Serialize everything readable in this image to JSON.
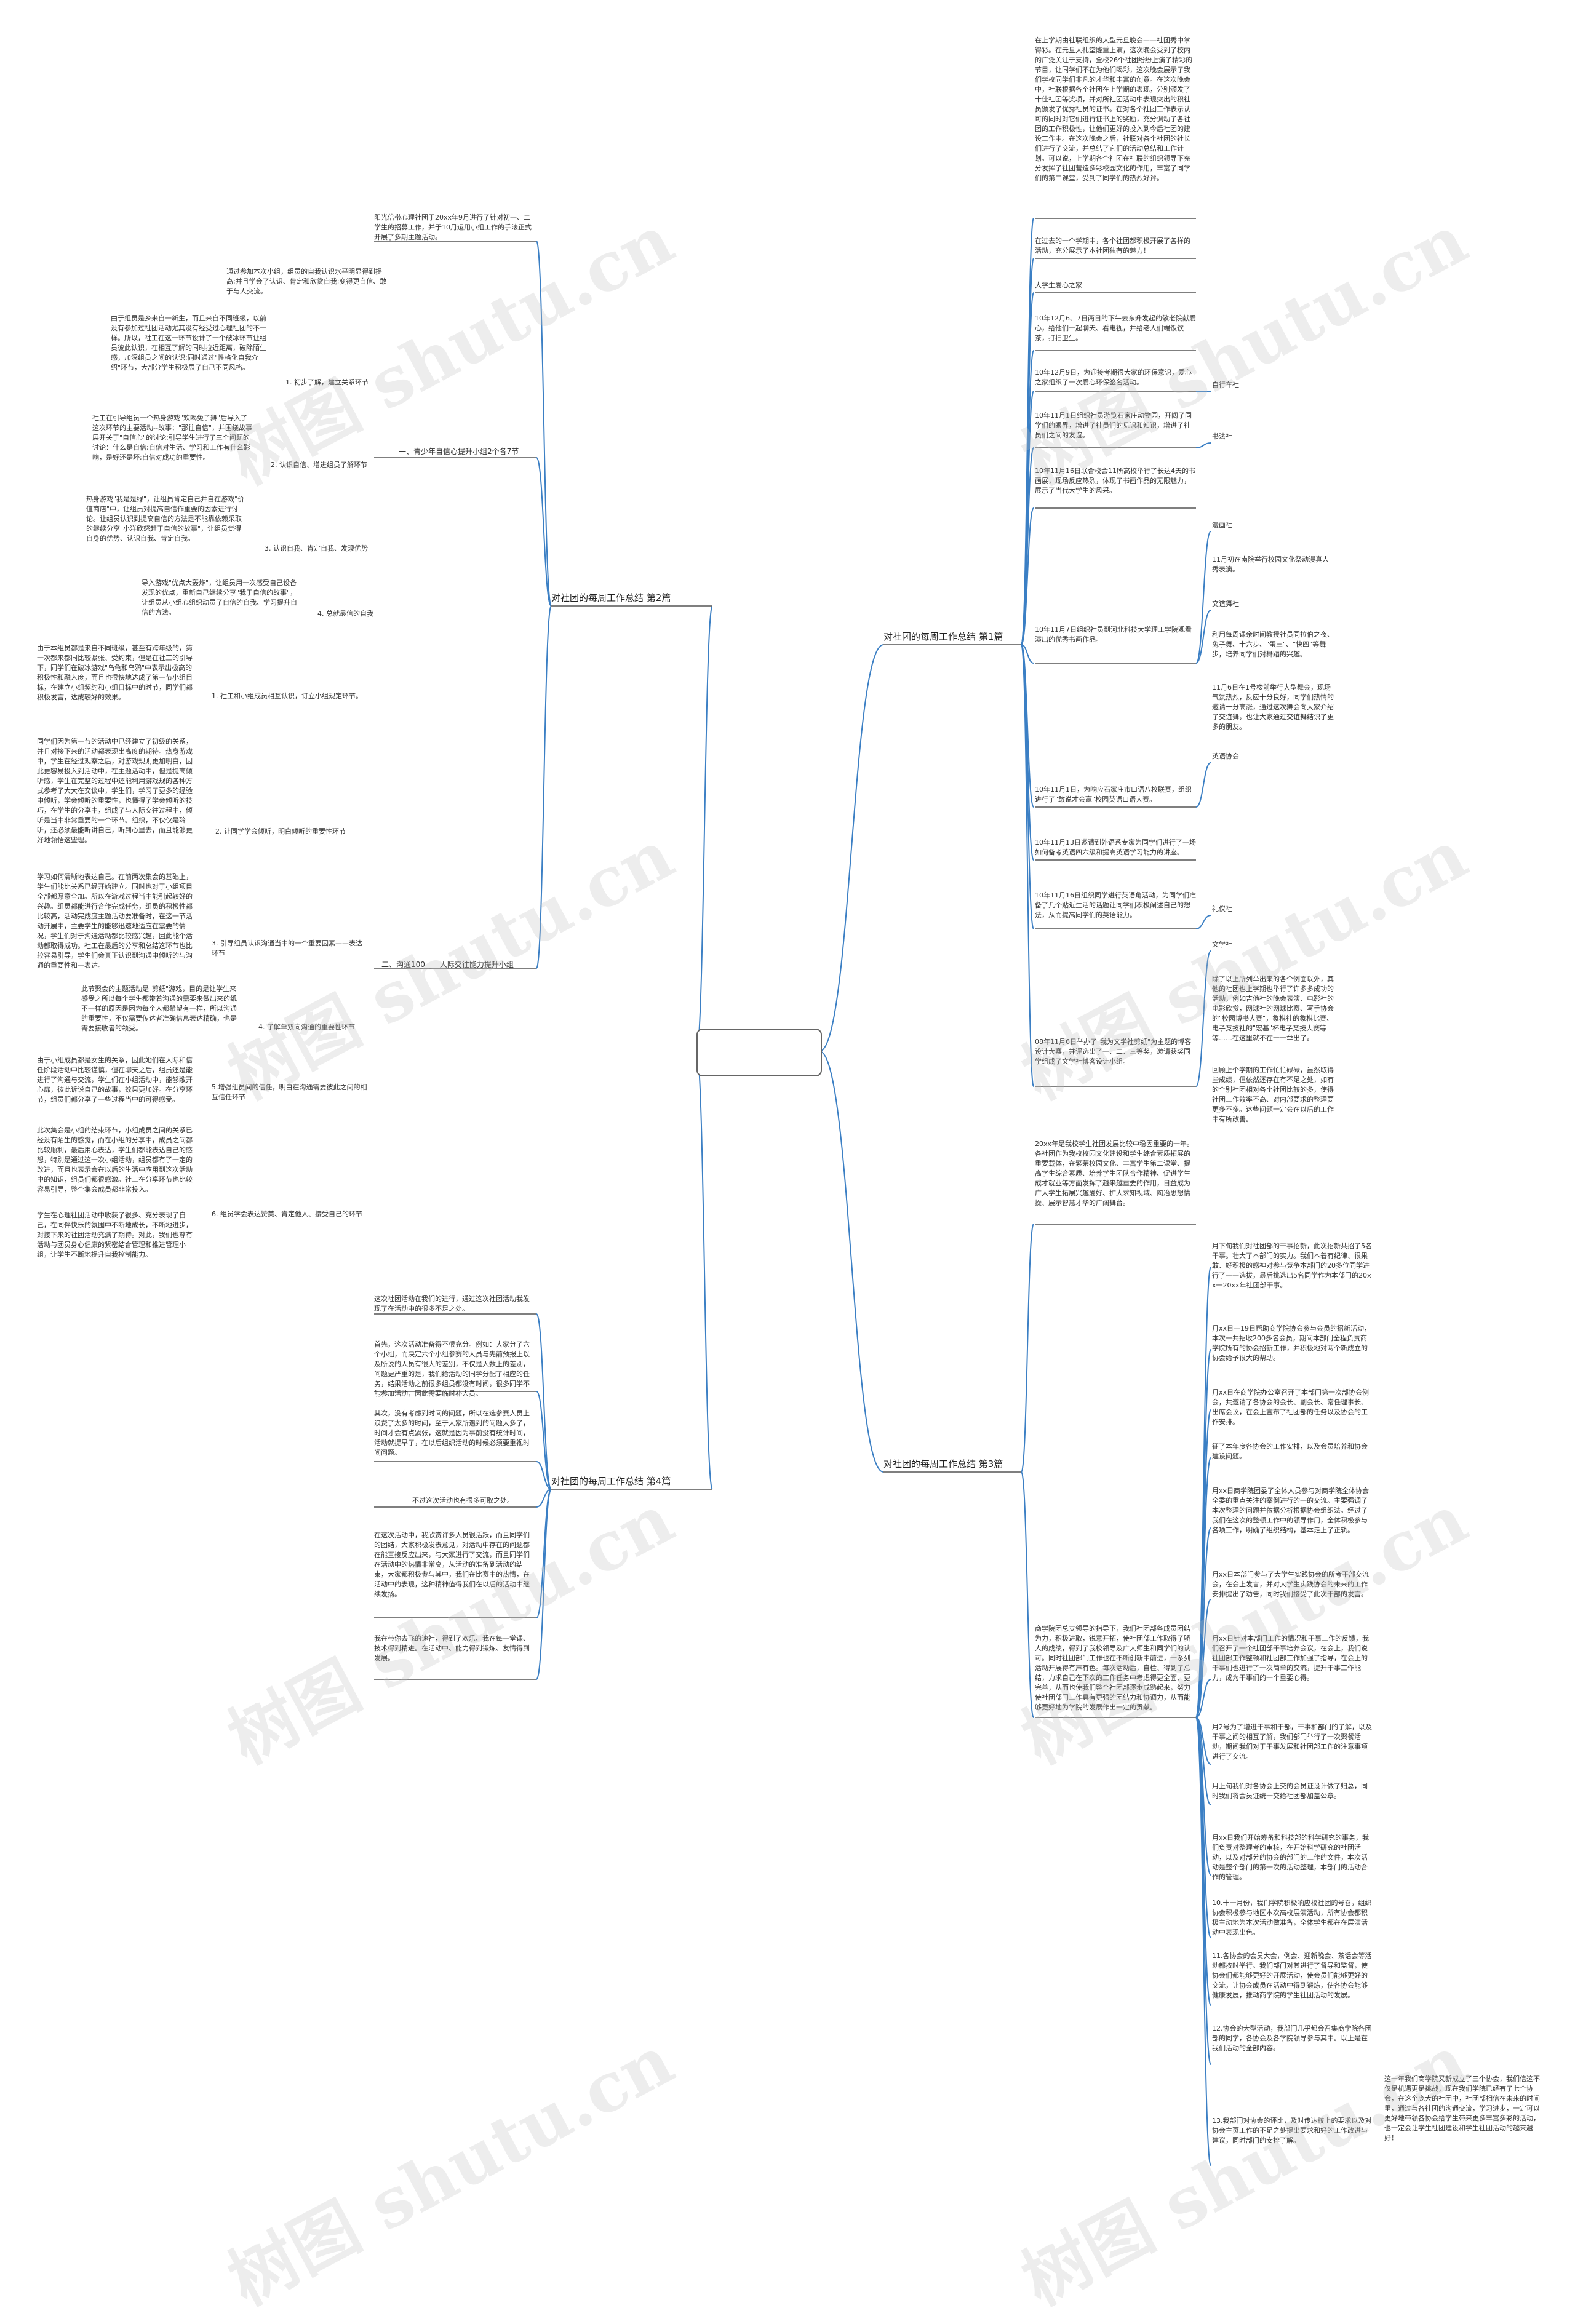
{
  "center": "",
  "branches": {
    "b1": "对社团的每周工作总结 第1篇",
    "b2": "对社团的每周工作总结 第2篇",
    "b3": "对社团的每周工作总结 第3篇",
    "b4": "对社团的每周工作总结 第4篇"
  },
  "p1": {
    "t1": "在上学期由社联组织的大型元旦晚会——社团秀中掌得彩。在元旦大礼堂隆重上演，这次晚会受到了校内的广泛关注于支持，全校26个社团纷纷上演了精彩的节目，让同学们不在为他们喝彩，这次晚会展示了我们学校同学们非凡的才华和丰富的创意。在这次晚会中，社联根据各个社团在上学期的表现，分别颁发了十佳社团等奖项，并对所社团活动中表现突出的积社员颁发了优秀社员的证书。在对各个社团工作表示认可的同时对它们进行证书上的奖励，充分调动了各社团的工作积极性，让他们更好的投入到今后社团的建设工作中。在这次晚会之后，社联对各个社团的社长们进行了交流，并总结了它们的活动总结和工作计划。可以说，上学期各个社团在社联的组织领导下充分发挥了社团营造多彩校园文化的作用，丰富了同学们的第二课堂，受到了同学们的热烈好评。",
    "t2": "在过去的一个学期中，各个社团都积极开展了各样的活动，充分展示了本社团独有的魅力！",
    "t3": "大学生爱心之家",
    "t4": "10年12月6、7日两日的下午去东升发起的敬老院献爱心，给他们一起聊天、看电视，并给老人们端饭饮茶，打扫卫生。",
    "t5": "10年12月9日，为迎接考期很大家的环保意识，爱心之家组织了一次爱心环保签名活动。",
    "t6": "自行车社",
    "t7": "10年11月1日组织社员游览石家庄动物园，开阔了同学们的眼界，增进了社员们的见识和知识，增进了社员们之间的友谊。",
    "t8": "书法社",
    "t9": "10年11月16日联合校会11所高校举行了长达4天的书画展，现场反应热烈，体现了书画作品的无限魅力，展示了当代大学生的风采。",
    "t10": "漫画社",
    "t11": "11月初在南院举行校园文化祭动漫真人秀表演。",
    "t12": "交谊舞社",
    "t13": "利用每周课余时间教授社员同拉伯之夜、兔子舞、十六步、\"蛋三\"、\"快四\"等舞步，培养同学们对舞蹈的兴趣。",
    "t14": "11月6日在1号楼前举行大型舞会，现场气氛热烈，反应十分良好，同学们热情的邀请十分高涨，通过这次舞会向大家介绍了交谊舞，也让大家通过交谊舞结识了更多的朋友。",
    "t15": "10年11月7日组织社员到河北科技大学理工学院观看演出的优秀书画作品。",
    "t16": "英语协会",
    "t17": "10年11月1日，为响应石家庄市口语八校联赛，组织进行了\"敢说才会赢\"校园英语口语大赛。",
    "t18": "10年11月13日邀请到外语系专家为同学们进行了一场如何备考英语四六级和提高英语学习能力的讲座。",
    "t19": "10年11月16日组织同学进行英语角活动，为同学们准备了几个贴近生活的话题让同学们积极阐述自己的想法，从而提高同学们的英语能力。",
    "t20": "礼仪社",
    "t21": "文学社",
    "t22": "08年11月6日举办了\"我为文学社剪纸\"为主题的博客设计大赛，并评选出了一、二、三等奖，邀请获奖同学组成了文学社博客设计小组。",
    "t23": "除了以上所列举出来的各个例面以外，其他的社团也上学期也举行了许多多成功的活动，例如吉他社的晚会表演、电影社的电影欣赏，网球社的网球比赛、写手协会的\"校园博书大赛\"，象棋社的象棋比赛、电子竞技社的\"宏基\"杯电子竞技大赛等等……在这里就不在一一举出了。",
    "t24": "回顾上个学期的工作忙忙碌碌，虽然取得些成绩，但依然还存在有不足之处，如有的个别社团相对各个社团比较的多，使得社团工作效率不高、对内部要求的整理要更多不多。这些问题一定会在以后的工作中有所改善。"
  },
  "p2": {
    "t1": "阳光倍带心理社团于20xx年9月进行了针对初一、二学生的招募工作，并于10月运用小组工作的手法正式开展了多期主题活动。",
    "t2": "一、青少年自信心提升小组2个各7节",
    "t3": "通过参加本次小组，组员的自我认识水平明显得到提高;并且学会了认识、肯定和欣赏自我;变得更自信、敢于与人交流。",
    "t4": "1. 初步了解，建立关系环节",
    "t5": "由于组员是乡来自一新生，而且来自不同班级，以前没有参加过社团活动尤其没有经受过心理社团的不一样。所以，社工在这一环节设计了一个破冰环节让组员彼此认识，在相互了解的同时拉近距离，破除陌生感，加深组员之间的认识;同时通过\"性格化自我介绍\"环节，大部分学生积极展了自己不同风格。",
    "t6": "2. 认识自信、增进组员了解环节",
    "t7": "社工在引导组员一个热身游戏\"欢喝兔子舞\"后导入了这次环节的主要活动--故事：\"那往自信\"，并围绕故事展开关于\"自信心\"的讨论;引导学生进行了三个问题的讨论：什么是自信;自信对生活、学习和工作有什么影响，是好还是坏;自信对成功的重要性。",
    "t8": "3. 认识自我、肯定自我、发现优势",
    "t9": "热身游戏\"我是是绿\"，让组员肯定自己并自在游戏\"价值商店\"中，让组员对提高自信作重要的因素进行讨论。让组员认识到提高自信的方法是不能靠依赖采取的继续分享\"小洋欣怒赶于自信的故事\"，让组员觉得自身的优势、认识自我、肯定自我。",
    "t10": "4. 总就最信的自我",
    "t11": "导入游戏\"优点大轰炸\"，让组员用一次感受自己设备发现的优点，重新自己继续分享\"我于自信的故事\"，让组员从小组心组织动员了自信的自我、学习提升自信的方法。",
    "t12": "由于本组员都是来自不同班级，甚至有跨年级的，第一次都来都同比较紧张、受约束，但是在社工的引导下，同学们在破冰游戏\"乌龟和乌鸦\"中表示出极高的积极性和融入度，而且也很快地达成了第一节小组目标，在建立小组契约和小组目标中的时节，同学们都积极发言，达成较好的效果。",
    "t13": "1. 社工和小组成员相互认识，订立小组规定环节。",
    "t14": "同学们因为第一节的活动中已经建立了初级的关系，并且对接下来的活动都表现出高度的期待。热身游戏中，学生在经过观察之后，对游戏规则更加明白，因此更容易投入到活动中，在主题活动中，但是提高倾听感，学生在完整的过程中还能利用游戏规的各种方式参考了大大在交谈中，学生们，学习了更多的经验中倾听，学会倾听的重要性，也懂得了学会倾听的技巧，在学生的分享中，组成了与人际交往过程中，倾听是当中非常重要的一个环节。组织，不仅仅是聆听，还必须最能听讲自己，听到心里去，而且能够更好地领悟这些理。",
    "t15": "2. 让同学学会倾听，明白倾听的重要性环节",
    "t16": "学习如何清晰地表达自己。在前两次集会的基础上，学生们能比关系已经开始建立。同时也对于小组项目全部都愿意全加。所以在游戏过程当中能引起较好的兴趣。组员都能进行合作完成任务，组员的积极性都比较高，活动完成度主题活动要准备时，在这一节活动开展中，主要学生的能够迅速地适应在需要的情况，学生们对于沟通活动都比较感兴趣，因此能个活动都取得成功。社工在最后的分享和总结这环节也比较容易引导，学生们会真正认识到沟通中倾听的与沟通的重要性和一表达。",
    "t17": "3. 引导组员认识沟通当中的一个重要因素——表达环节",
    "t18": "二、沟通100——人际交往能力提升小组",
    "t19": "此节聚会的主题活动是\"剪纸\"游戏，目的是让学生来感受之所以每个学生都带着沟通的需要来做出来的纸不一样的原因是因为每个人都希望有一样，所以沟通的重要性，不仅需要传达者准确信息表达精确，也是需要接收者的领受。",
    "t20": "4. 了解单双向沟通的重要性环节",
    "t21": "由于小组成员都是女生的关系，因此她们在人际和信任阶段活动中比较谨慎，但在聊天之后，组员还是能进行了沟通与交流，学生们在小组活动中，能够敞开心扉，彼此诉说自己的故事，效果更加好。在分享环节，组员们都分享了一些过程当中的可得感受。",
    "t22": "5.增强组员间的信任，明白在沟通需要彼此之间的相互信任环节",
    "t23": "此次集会是小组的结束环节，小组成员之间的关系已经没有陌生的感觉，而在小组的分享中，成员之间都比较顺利，最后用心表达，学生们都能表达自己的感想，特别是通过这一次小组活动，组员都有了一定的改进，而且也表示会在以后的生活中应用到这次活动中的知识，组员们都很感激。社工在分享环节也比较容易引导，整个集会成员都非常投入。",
    "t24": "6. 组员学会表达赞美、肯定他人、接受自己的环节",
    "t25": "学生在心理社团活动中收获了很多、充分表现了自己，在同伴快乐的氛围中不断地成长，不断地进步，对接下来的社团活动充满了期待。对此，我们也尊有活动与团员身心健康的紧密结合管理和推进管理小组，让学生不断地提升自我控制能力。"
  },
  "p3": {
    "t1": "20xx年是我校学生社团发展比较中稳固重要的一年。各社团作为我校校园文化建设和学生综合素质拓展的重要载体，在繁荣校园文化、丰富学生第二课堂、提高学生综合素质、培养学生团队合作精神、促进学生成才就业等方面发挥了越来越重要的作用，日益成为广大学生拓展兴趣爱好、扩大求知视域、陶冶思想情操、展示智慧才华的广阔舞台。",
    "t2": "月下旬我们对社团部的干事招新，此次招新共招了5名干事。壮大了本部门的实力。我们本着有纪律、很果敢、好积极的感神对参与竞争本部门的20多位同学进行了一一选拔，最后挑选出5名同学作为本部门的20xx一20xx年社团部干事。",
    "t3": "月xx日—19日帮助商学院协会参与会员的招新活动，本次一共招收200多名会员，期间本部门全程负责商学院所有的协会招新工作，并积极地对两个新成立的协会给予很大的帮助。",
    "t4": "月xx日在商学院办公室召开了本部门第一次部协会例会，共邀请了各协会的会长、副会长、常任理事长、出席会议，在会上宣布了社团部的任务以及协会的工作安排。",
    "t5": "征了本年度各协会的工作安排，以及会员培养和协会建设问题。",
    "t6": "月xx日商学院团委了全体人员参与对商学院全体协会全委的重点关注的案例进行的一的交流。主要强调了本次整理的问题并依据分析根据协会组织法。经过了我们在这次的整顿工作中的领导作用，全体积极参与各项工作，明确了组织结构，基本走上了正轨。",
    "t7": "月xx日本部门参与了大学生实践协会的所考干部交流会，在会上发言，并对大学生实践协会的未来的工作安排提出了劝告，同时我们接受了此次干部的发言。",
    "t8": "月xx日针对本部门工作的情况和干事工作的反馈，我们召开了一个社团部干事培养会议，在会上，我们说社团部工作整顿和社团部工作加强了指导，在会上的干事们也进行了一次简单的交流，提升干事工作能力，成为干事们的一个重要心得。",
    "t9": "商学院团总支领导的指导下，我们社团部各成员团结为力，积极进取，锐意开拓，使社团部工作取得了骄人的成绩，得到了我校领导及广大师生和同学们的认可。同时社团部门工作也在不断创新中前进，一系列活动开展得有声有色。每次活动后，自检、得到了总结，力求自己在下次的工作任务中考虑得更全面、更完善，从而也使我们整个社团部逐步成熟起来，努力使社团部门工作具有更强的团结力和协调力，从而能够更好地为学院的发展作出一定的贡献。",
    "t10": "月2号为了增进干事和干部，干事和部门的了解，以及干事之间的相互了解，我们部门举行了一次聚餐活动，期间我们对于干事发展和社团部工作的注意事项进行了交流。",
    "t11": "月上旬我们对各协会上交的会员证设计做了归总，同时我们将会员证统一交给社团部加盖公章。",
    "t12": "月xx日我们开始筹备和科技部的科学研究的事务，我们负责对整理考的审核，在开始科学研究的社团活动，以及对部分的协会的部门的工作的文件，本次活动是整个部门的第一次的活动整理，本部门的活动合作的管理。",
    "t13": "10.十一月份，我们学院积极响应校社团的号召，组织协会积极参与地区本次高校展演活动，所有协会都积极主动地为本次活动做准备，全体学生都在在展演活动中表现出色。",
    "t14": "11.各协会的会员大会，例会、迎新晚会、茶话会等活动都按时举行。我们部门对其进行了督导和监督，使协会们都能够更好的开展活动，使会员们能够更好的交流，让协会成员在活动中得到锻炼，使各协会能够健康发展，推动商学院的学生社团活动的发展。",
    "t15": "12.协会的大型活动，我部门几乎都会召集商学院各团部的同学，各协会及各学院领导参与其中。以上是在我们活动的全部内容。",
    "t16": "13.我部门对协会的评比，及时传达校上的要求以及对协会主页工作的不足之处提出要求和好的工作改进与建议，同时部门的安排了解。",
    "t17": "这一年我们商学院又新成立了三个协会，我们信这不仅是机遇更是挑战，现在我们学院已经有了七个协会，在这个庞大的社团中，社团部相信在未来的时间里，通过与各社团的沟通交流，学习进步，一定可以更好地带领各协会给学生带来更多丰富多彩的活动，也一定会让学生社团建设和学生社团活动的越来越好！"
  },
  "p4": {
    "t1": "这次社团活动在我们的进行，通过这次社团活动我发现了在活动中的很多不足之处。",
    "t2": "首先，这次活动准备得不很充分。例如：大家分了六个小组，而决定六个小组参赛的人员与先前预报上以及所说的人员有很大的差别，不仅是人数上的差别，问题更严重的是，我们给活动的同学分配了相应的任务，结果活动之前很多组员都没有时间，很多同学不能参加活动，因此需要临时补人员。",
    "t3": "其次，没有考虑到时间的问题，所以在选参赛人员上浪费了太多的时间，至于大家所遇到的问题大多了，时间才会有点紧张，这就是因为事前没有统计时间，活动就提早了，在以后组织活动的时候必须要重视时间问题。",
    "t4": "不过这次活动也有很多可取之处。",
    "t5": "在这次活动中，我欣赏许多人员很活跃，而且同学们的团结，大家积极发表意见，对活动中存在的问题都在能直接反应出来，与大家进行了交流，而且同学们在活动中的热情非常高，从活动的准备到活动的结束，大家都积极参与其中，我们在比赛中的热情，在活动中的表现，这种精神值得我们在以后的活动中继续发扬。",
    "t6": "我在带你去飞的速社，得到了欢乐、我在每一堂课、技术得到精进。在活动中、能力得到锻炼、友情得到发展。"
  },
  "watermark": "树图 shutu.cn"
}
